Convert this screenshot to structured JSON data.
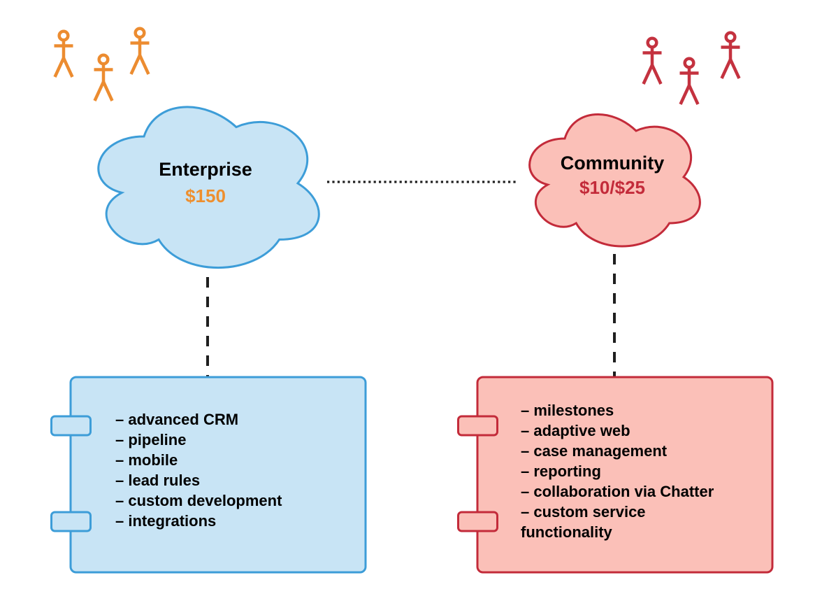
{
  "diagram": {
    "type": "comparison-cloud-diagram",
    "background": "#ffffff",
    "connector_color": "#1f1f1f"
  },
  "left_group": {
    "cloud_title": "Enterprise",
    "cloud_price": "$150",
    "users_count": 3,
    "icon": "person-icon",
    "features": [
      "– advanced CRM",
      "– pipeline",
      "– mobile",
      "– lead rules",
      "– custom development",
      "– integrations"
    ],
    "colors": {
      "fill": "#c8e4f5",
      "stroke": "#3d9dd8",
      "price_text": "#ee8f2e",
      "actor": "#ec8c30"
    }
  },
  "right_group": {
    "cloud_title": "Community",
    "cloud_price": "$10/$25",
    "users_count": 3,
    "icon": "person-icon",
    "features": [
      "– milestones",
      "– adaptive web",
      "– case management",
      "– reporting",
      "– collaboration via Chatter",
      "– custom service",
      "functionality"
    ],
    "colors": {
      "fill": "#fbc0b8",
      "stroke": "#c32b3a",
      "price_text": "#c32b3a",
      "actor": "#c4323f"
    }
  }
}
